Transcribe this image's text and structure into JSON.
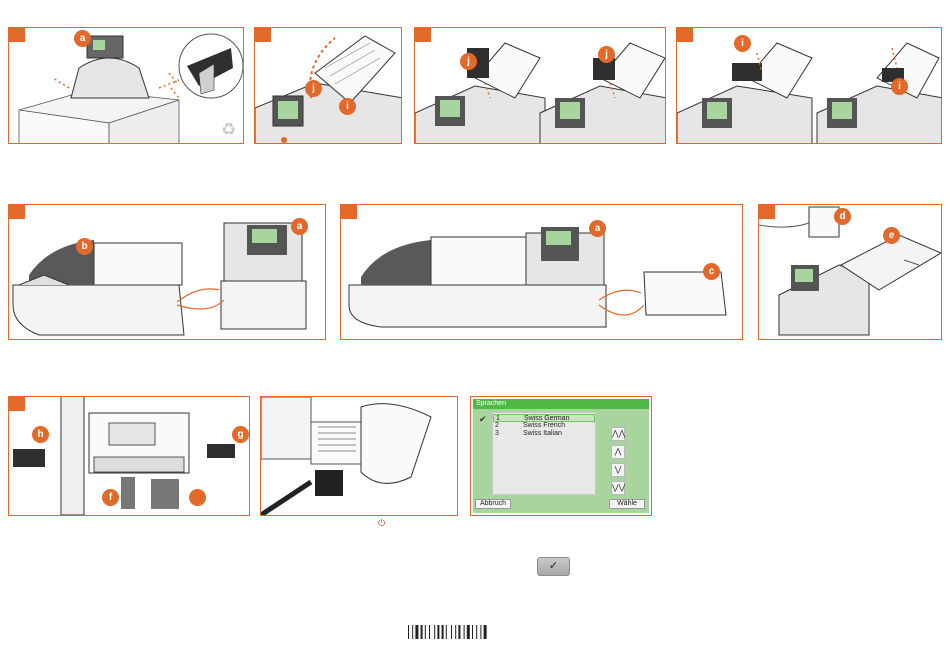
{
  "callouts": {
    "a": "a",
    "b": "b",
    "c": "c",
    "d": "d",
    "e": "e",
    "f": "f",
    "g": "g",
    "h": "h",
    "i": "i",
    "j": "j"
  },
  "screen": {
    "title": "Sprachen",
    "rows": [
      {
        "num": "1",
        "label": "Swiss German",
        "selected": true
      },
      {
        "num": "2",
        "label": "Swiss French",
        "selected": false
      },
      {
        "num": "3",
        "label": "Swiss Italian",
        "selected": false
      }
    ],
    "checkmark": "✔",
    "scroll_buttons": [
      "⋀⋀",
      "⋀",
      "⋁",
      "⋁⋁"
    ],
    "cancel_label": "Abbruch",
    "select_label": "Wähle"
  },
  "ok_button_glyph": "✓",
  "power_glyph": "⏻",
  "colors": {
    "accent": "#e2692a",
    "lcd_green": "#4fb846",
    "lcd_background": "#a8d49d",
    "machine_grey": "#d9d9d9",
    "outline": "#3a3a3a"
  },
  "icons": [
    "recycle-icon",
    "power-icon",
    "check-icon",
    "chevron-up-double-icon",
    "chevron-up-icon",
    "chevron-down-icon",
    "chevron-down-double-icon"
  ]
}
